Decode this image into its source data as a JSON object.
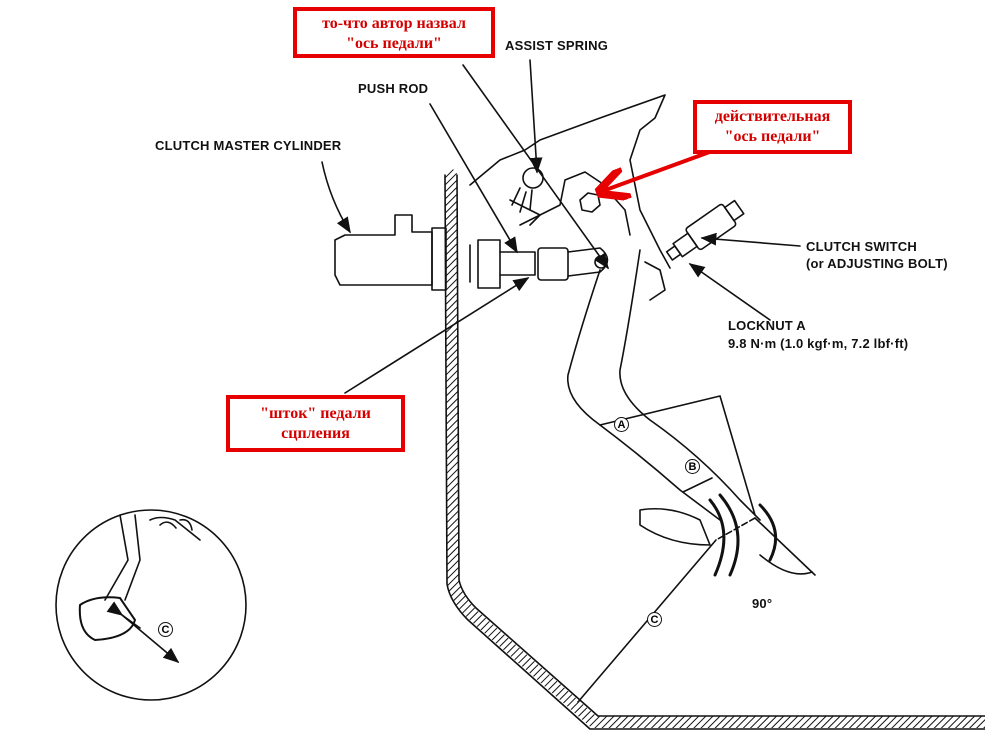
{
  "labels": {
    "master_cylinder": "CLUTCH MASTER CYLINDER",
    "push_rod": "PUSH ROD",
    "assist_spring": "ASSIST SPRING",
    "clutch_switch": "CLUTCH SWITCH",
    "clutch_switch_alt": "(or ADJUSTING BOLT)",
    "locknut": "LOCKNUT A",
    "locknut_torque": "9.8 N·m (1.0 kgf·m, 7.2 lbf·ft)",
    "angle": "90°"
  },
  "dimensions": {
    "a": "A",
    "b": "B",
    "c": "C",
    "inset_c": "C"
  },
  "annotations": {
    "author_axis_line1": "то-что автор назвал",
    "author_axis_line2": "\"ось педали\"",
    "real_axis_line1": "действительная",
    "real_axis_line2": "\"ось педали\"",
    "rod_line1": "\"шток\" педали",
    "rod_line2": "сцпления"
  },
  "colors": {
    "annotation": "#e60000",
    "line": "#111111"
  }
}
